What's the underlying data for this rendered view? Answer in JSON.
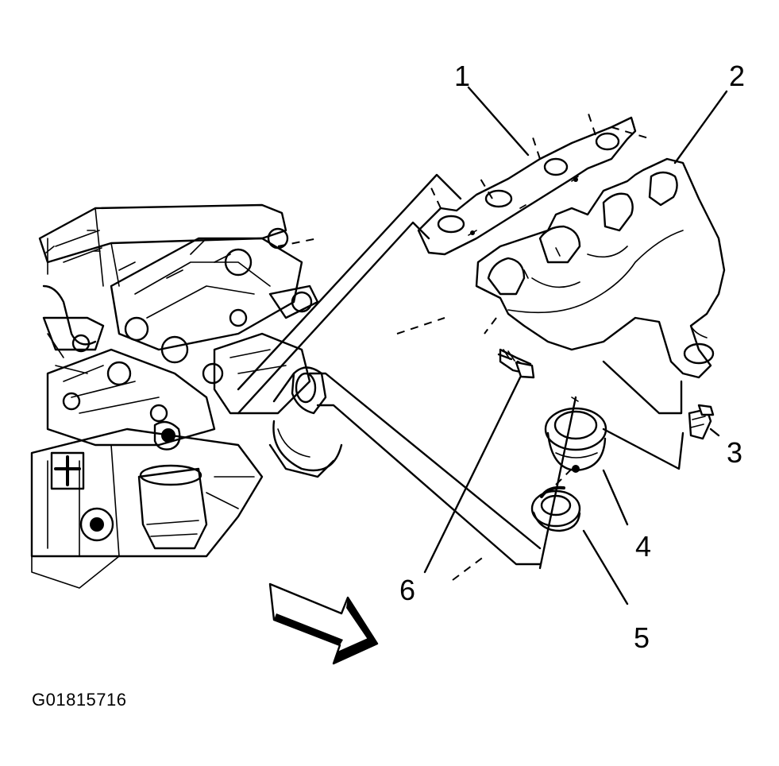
{
  "figure": {
    "id": "G01815716"
  },
  "callouts": [
    {
      "number": "1"
    },
    {
      "number": "2"
    },
    {
      "number": "3"
    },
    {
      "number": "4"
    },
    {
      "number": "5"
    },
    {
      "number": "6"
    }
  ]
}
